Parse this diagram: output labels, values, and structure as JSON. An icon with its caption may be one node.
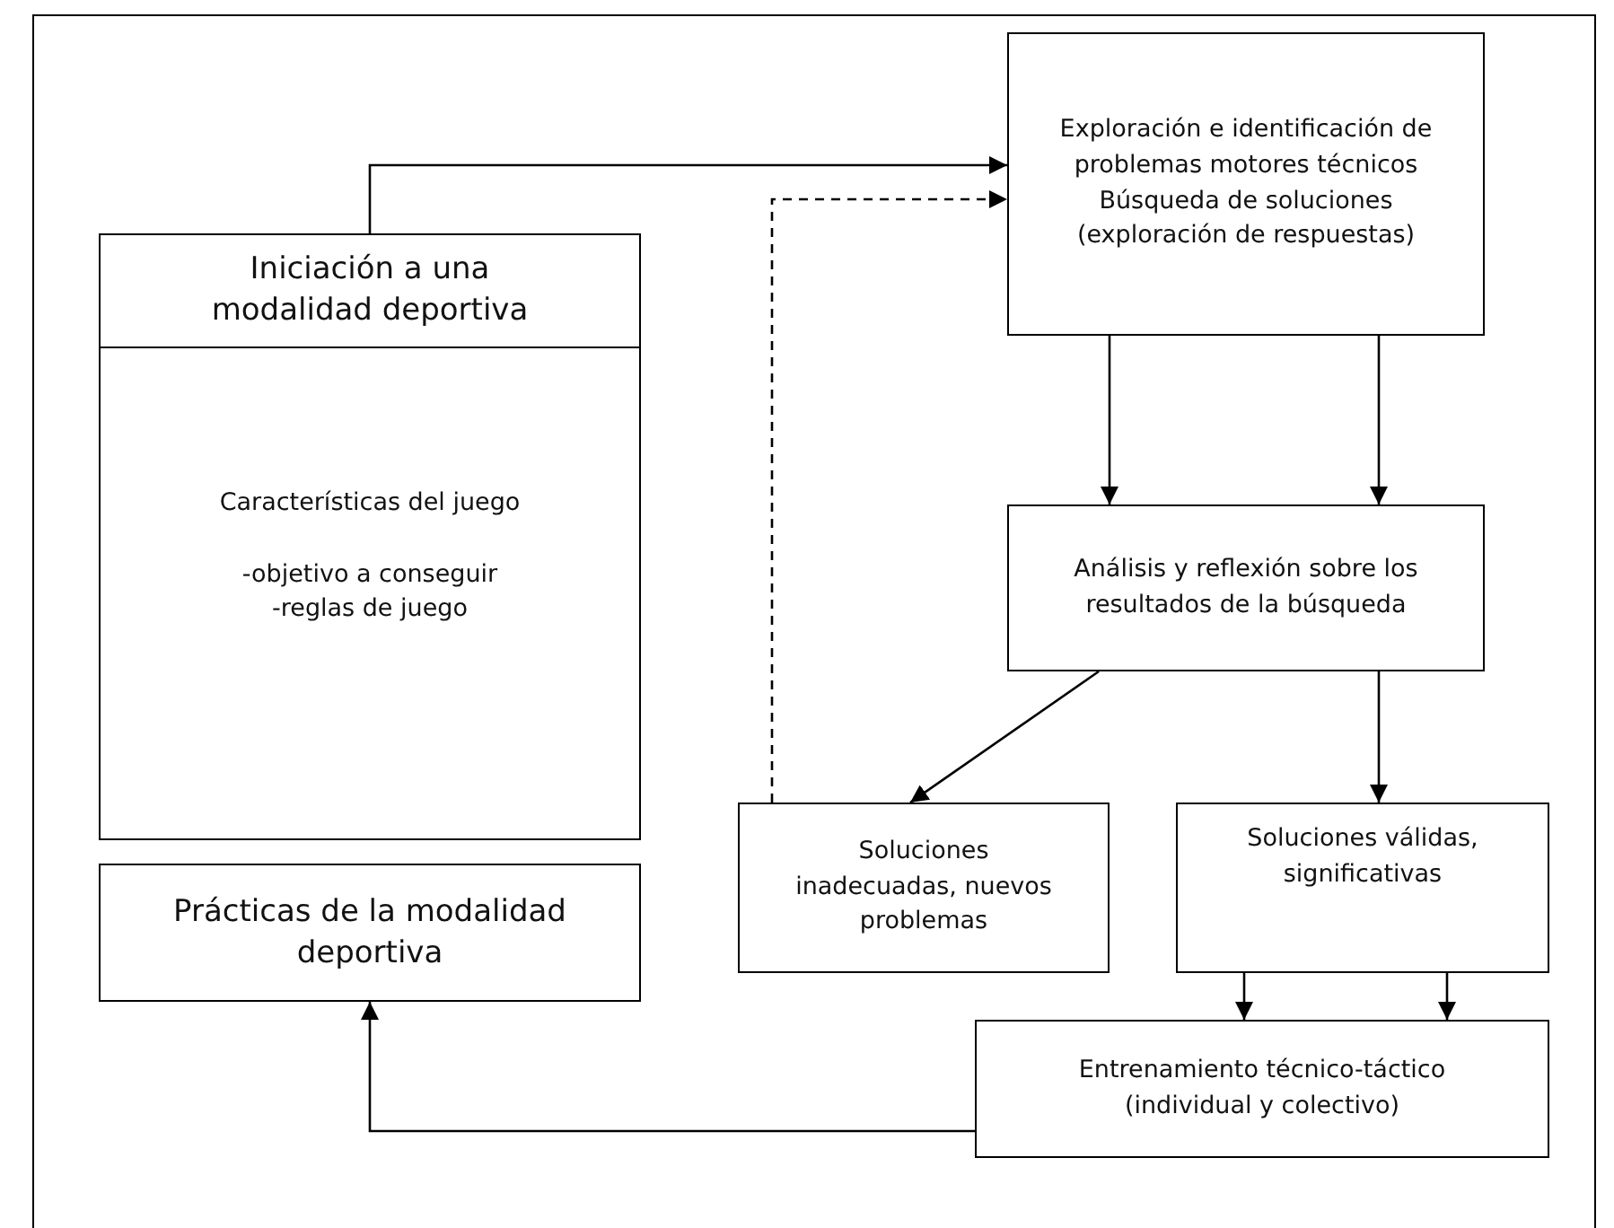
{
  "diagram": {
    "nodes": [
      {
        "text": [
          "Iniciación a una modalidad deportiva",
          "Características del juego",
          "-objetivo a conseguir",
          "-reglas de juego"
        ]
      },
      {
        "text": [
          "Exploración e identificación de problemas motores técnicos",
          "Búsqueda de soluciones (exploración de respuestas)"
        ]
      },
      {
        "text": [
          "Análisis y reflexión sobre los resultados de la búsqueda"
        ]
      },
      {
        "text": [
          "Soluciones inadecuadas, nuevos problemas"
        ]
      },
      {
        "text": [
          "Soluciones válidas, significativas"
        ]
      },
      {
        "text": [
          "Prácticas de la modalidad deportiva"
        ]
      },
      {
        "text": [
          "Entrenamiento técnico-táctico (individual y colectivo)"
        ]
      }
    ],
    "edges": [
      {
        "from": 0,
        "to": 1,
        "arrow": "to"
      },
      {
        "from": 3,
        "to": 1,
        "arrow": "to",
        "style": "dashed"
      },
      {
        "from": 1,
        "to": 2,
        "arrow": "to"
      },
      {
        "from": 1,
        "to": 2,
        "arrow": "to"
      },
      {
        "from": 2,
        "to": 3,
        "arrow": "to"
      },
      {
        "from": 2,
        "to": 4,
        "arrow": "to"
      },
      {
        "from": 4,
        "to": 6,
        "arrow": "to"
      },
      {
        "from": 4,
        "to": 6,
        "arrow": "to"
      },
      {
        "from": 6,
        "to": 5,
        "arrow": "to"
      }
    ]
  }
}
